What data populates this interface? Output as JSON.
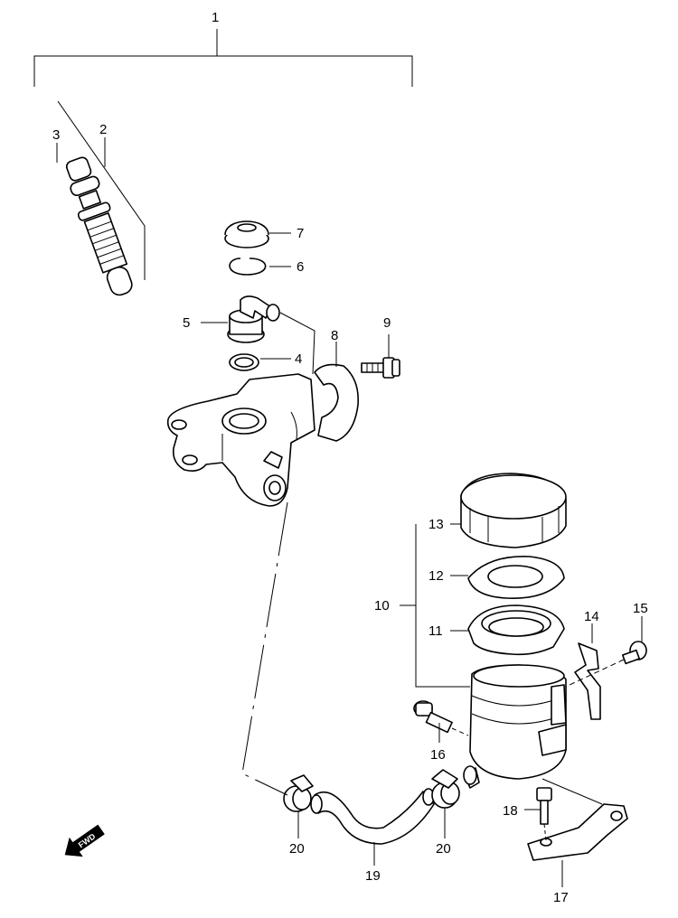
{
  "callouts": {
    "c1": "1",
    "c2": "2",
    "c3": "3",
    "c4": "4",
    "c5": "5",
    "c6": "6",
    "c7": "7",
    "c8": "8",
    "c9": "9",
    "c10": "10",
    "c11": "11",
    "c12": "12",
    "c13": "13",
    "c14": "14",
    "c15": "15",
    "c16": "16",
    "c17": "17",
    "c18": "18",
    "c19": "19",
    "c20a": "20",
    "c20b": "20"
  },
  "fwd_label": "FWD"
}
